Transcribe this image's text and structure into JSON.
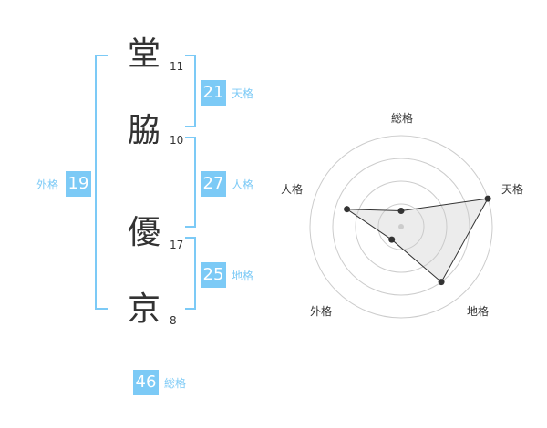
{
  "name_chars": [
    {
      "char": "堂",
      "strokes": "11"
    },
    {
      "char": "脇",
      "strokes": "10"
    },
    {
      "char": "優",
      "strokes": "17"
    },
    {
      "char": "京",
      "strokes": "8"
    }
  ],
  "kakusu": {
    "ten": {
      "value": "21",
      "label": "天格"
    },
    "jin": {
      "value": "27",
      "label": "人格"
    },
    "chi": {
      "value": "25",
      "label": "地格"
    },
    "gai": {
      "value": "19",
      "label": "外格"
    },
    "sou": {
      "value": "46",
      "label": "総格"
    }
  },
  "colors": {
    "accent": "#7ccaf6",
    "text": "#333333",
    "grid": "#cccccc"
  },
  "chart_data": {
    "type": "radar",
    "axes": [
      "総格",
      "天格",
      "地格",
      "外格",
      "人格"
    ],
    "rings": 4,
    "max": 4,
    "values": [
      0.7,
      4,
      3,
      0.7,
      2.5
    ]
  }
}
